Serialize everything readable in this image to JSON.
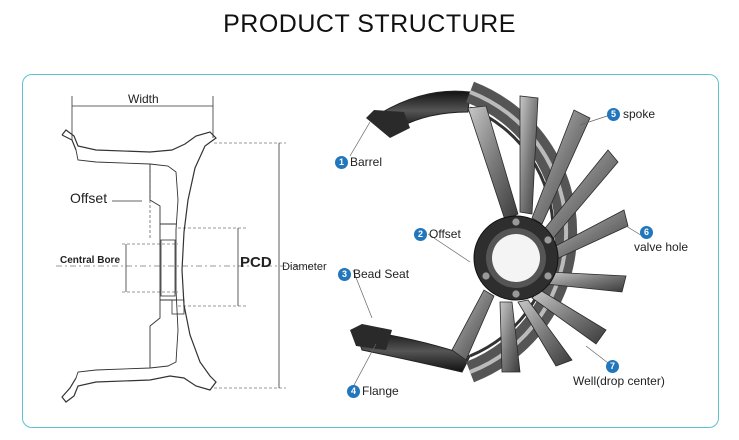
{
  "title": "PRODUCT STRUCTURE",
  "cross_section": {
    "width_label": "Width",
    "offset_label": "Offset",
    "central_bore_label": "Central Bore",
    "pcd_label": "PCD",
    "diameter_label": "Diameter"
  },
  "wheel_parts": [
    {
      "num": "1",
      "label": "Barrel"
    },
    {
      "num": "2",
      "label": "Offset"
    },
    {
      "num": "3",
      "label": "Bead Seat"
    },
    {
      "num": "4",
      "label": "Flange"
    },
    {
      "num": "5",
      "label": "spoke"
    },
    {
      "num": "6",
      "label": "valve hole"
    },
    {
      "num": "7",
      "label": "Well(drop center)"
    }
  ],
  "colors": {
    "frame": "#5cc2d0",
    "badge": "#2276bb"
  }
}
